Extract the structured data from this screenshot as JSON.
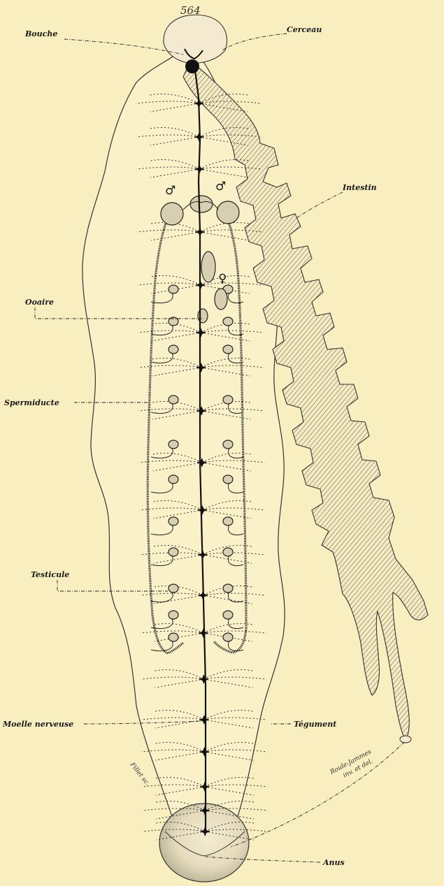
{
  "page_number": "564",
  "labels": {
    "bouche": "Bouche",
    "cerceau": "Cerceau",
    "intestin": "Intestin",
    "ovaire": "Ooaire",
    "spermiducte": "Spermiducte",
    "testicule": "Testicule",
    "moelle": "Moelle nerveuse",
    "tegument": "Tégument",
    "anus": "Anus"
  },
  "symbols": {
    "male": "♂",
    "female": "♀"
  },
  "signature": {
    "line1": "Roule-Jammes",
    "line2": "inv. et del."
  },
  "engraver": "Fillet sc."
}
